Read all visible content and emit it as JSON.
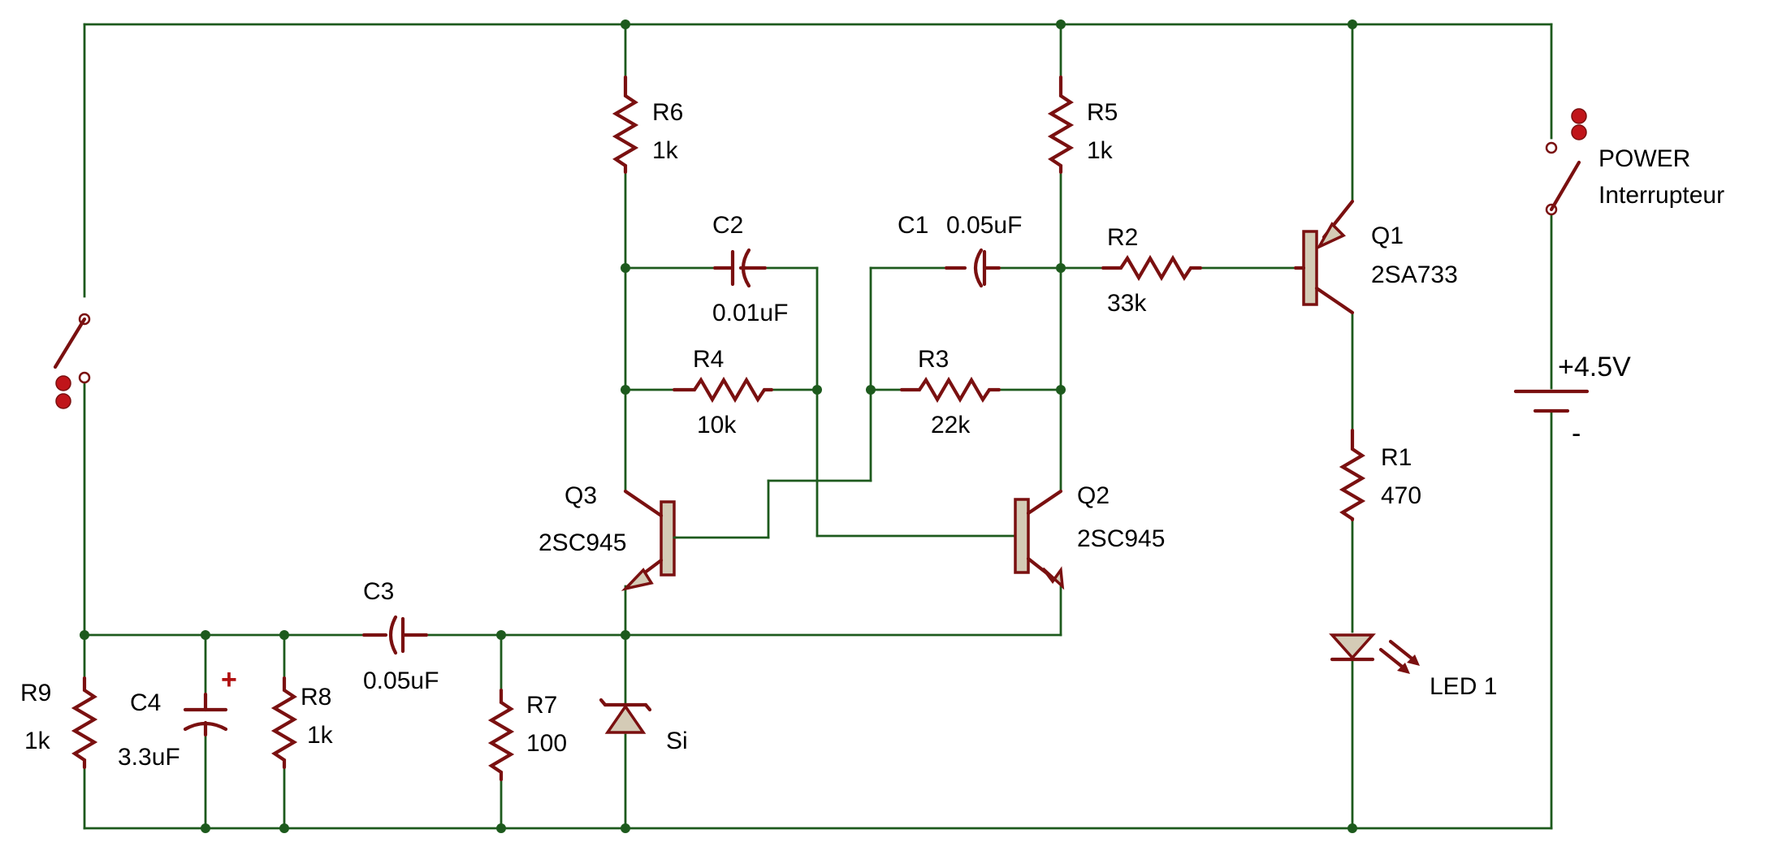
{
  "components": {
    "R1": {
      "ref": "R1",
      "value": "470"
    },
    "R2": {
      "ref": "R2",
      "value": "33k"
    },
    "R3": {
      "ref": "R3",
      "value": "22k"
    },
    "R4": {
      "ref": "R4",
      "value": "10k"
    },
    "R5": {
      "ref": "R5",
      "value": "1k"
    },
    "R6": {
      "ref": "R6",
      "value": "1k"
    },
    "R7": {
      "ref": "R7",
      "value": "100"
    },
    "R8": {
      "ref": "R8",
      "value": "1k"
    },
    "R9": {
      "ref": "R9",
      "value": "1k"
    },
    "C1": {
      "ref": "C1",
      "value": "0.05uF"
    },
    "C2": {
      "ref": "C2",
      "value": "0.01uF"
    },
    "C3": {
      "ref": "C3",
      "value": "0.05uF"
    },
    "C4": {
      "ref": "C4",
      "value": "3.3uF"
    },
    "Q1": {
      "ref": "Q1",
      "value": "2SA733"
    },
    "Q2": {
      "ref": "Q2",
      "value": "2SC945"
    },
    "Q3": {
      "ref": "Q3",
      "value": "2SC945"
    },
    "LED1": {
      "ref": "LED 1"
    },
    "D1": {
      "value": "Si"
    },
    "SW_POWER": {
      "ref": "POWER",
      "value": "Interrupteur"
    },
    "BAT": {
      "value": "+4.5V",
      "minus": "-"
    }
  },
  "symbols": {
    "c4_plus": "+"
  },
  "colors": {
    "wire": "#1d5a1d",
    "component": "#7a1010",
    "body_fill": "#d4cbb6",
    "switch_contact": "#c0151a"
  }
}
